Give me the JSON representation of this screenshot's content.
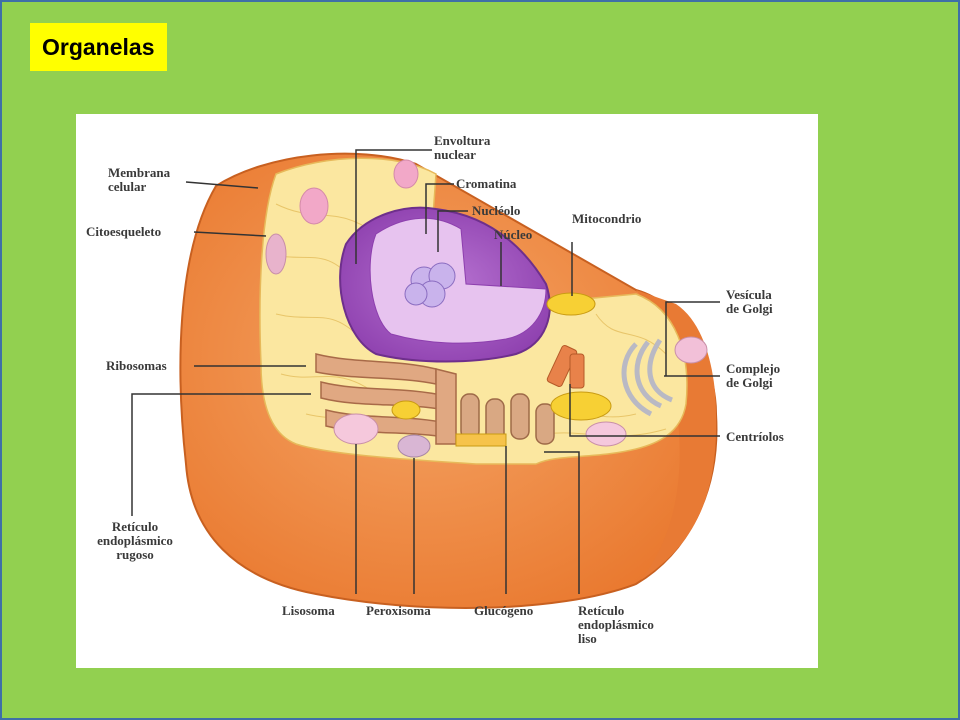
{
  "title": "Organelas",
  "labels": {
    "envoltura": "Envoltura\nnuclear",
    "membrana": "Membrana\ncelular",
    "cromatina": "Cromatina",
    "nucleolo": "Nucléolo",
    "citoesqueleto": "Citoesqueleto",
    "nucleo": "Núcleo",
    "mitocondrio": "Mitocondrio",
    "vesicula": "Vesícula\nde Golgi",
    "ribosomas": "Ribosomas",
    "complejo": "Complejo\nde Golgi",
    "centriolos": "Centríolos",
    "rer": "Retículo\nendoplásmico\nrugoso",
    "lisosoma": "Lisosoma",
    "peroxisoma": "Peroxisoma",
    "glucogeno": "Glucógeno",
    "rel": "Retículo\nendoplásmico\nliso"
  },
  "colors": {
    "background": "#92d050",
    "title_bg": "#ffff00",
    "membrane": "#f08a44",
    "cytoplasm": "#fbe7a0",
    "nucleus": "#a14fc0",
    "nucleolus": "#c9b3ec"
  }
}
